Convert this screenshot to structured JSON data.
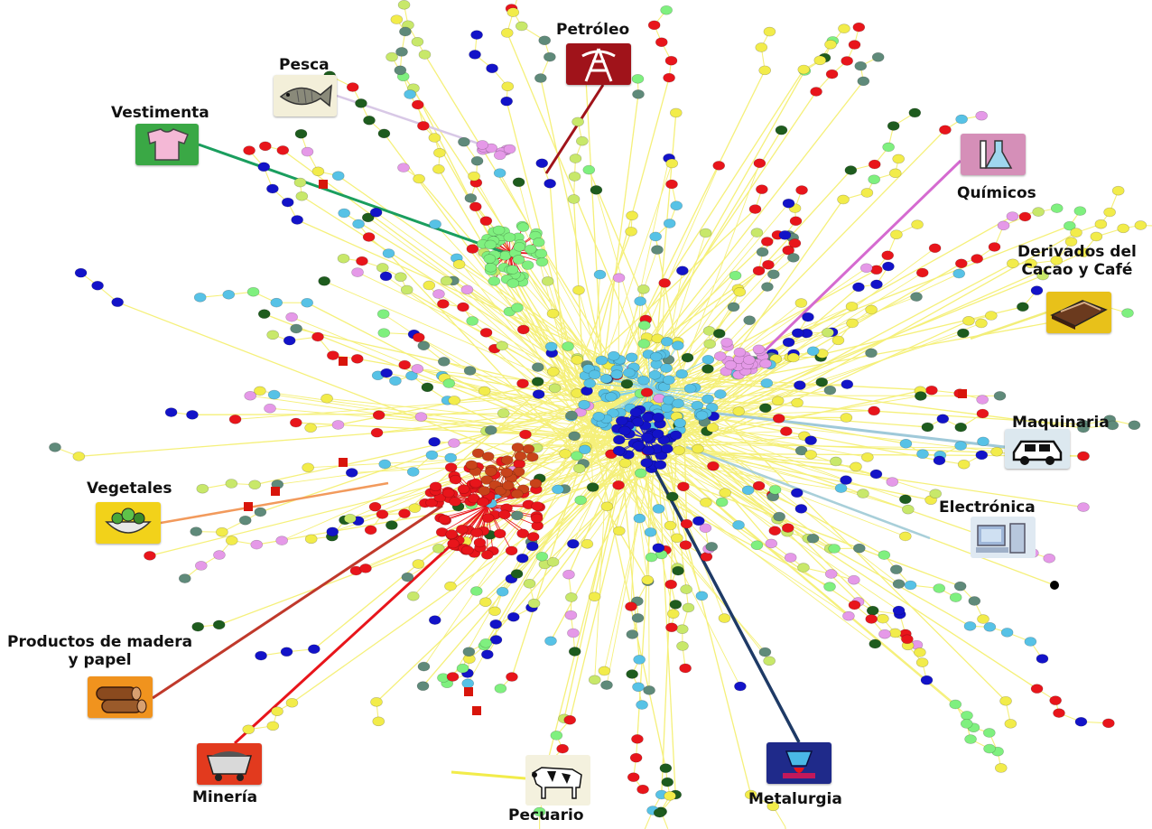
{
  "sectors": [
    {
      "id": "petroleo",
      "label": "Petróleo",
      "icon": "oil-rig-icon",
      "color": "#a0131a",
      "bg": "#a0131a"
    },
    {
      "id": "pesca",
      "label": "Pesca",
      "icon": "fish-icon",
      "color": "#d8c8e6",
      "bg": "#f3efd9"
    },
    {
      "id": "vestimenta",
      "label": "Vestimenta",
      "icon": "shirt-icon",
      "color": "#1a9e5e",
      "bg": "#3aa845"
    },
    {
      "id": "quimicos",
      "label": "Químicos",
      "icon": "flask-icon",
      "color": "#d56ad0",
      "bg": "#d58fb8"
    },
    {
      "id": "cacao",
      "label": "Derivados del Cacao y Café",
      "label_line1": "Derivados del",
      "label_line2": "Cacao y Café",
      "icon": "chocolate-bar-icon",
      "color": "#f2ee7a",
      "bg": "#e8c11a"
    },
    {
      "id": "maquinaria",
      "label": "Maquinaria",
      "icon": "car-icon",
      "color": "#9fc9d9",
      "bg": "#dce8ef"
    },
    {
      "id": "electronica",
      "label": "Electrónica",
      "icon": "computer-icon",
      "color": "#a8cfd9",
      "bg": "#dfe9f2"
    },
    {
      "id": "vegetales",
      "label": "Vegetales",
      "icon": "vegetable-bowl-icon",
      "color": "#f29a5c",
      "bg": "#f2d21a"
    },
    {
      "id": "madera",
      "label": "Productos de madera y papel",
      "label_line1": "Productos de madera",
      "label_line2": "y papel",
      "icon": "logs-icon",
      "color": "#c0392b",
      "bg": "#f0931e"
    },
    {
      "id": "mineria",
      "label": "Minería",
      "icon": "mine-cart-icon",
      "color": "#e8151b",
      "bg": "#e23a1e"
    },
    {
      "id": "pecuario",
      "label": "Pecuario",
      "icon": "cow-icon",
      "color": "#f2ec4a",
      "bg": "#f4f1de"
    },
    {
      "id": "metalurgia",
      "label": "Metalurgia",
      "icon": "furnace-icon",
      "color": "#1e3a66",
      "bg": "#1f2a8a"
    }
  ],
  "node_colors": [
    "#f2ec4a",
    "#f2ec4a",
    "#e8151b",
    "#e8151b",
    "#1e5c1e",
    "#e599e8",
    "#57c2e6",
    "#1313c8",
    "#5f8a7a",
    "#7ff07f",
    "#c8e86a"
  ],
  "edge_color": "#f5f07a",
  "hub_colors": {
    "vestimenta": "#7ff07f",
    "maquinaria": "#57c2e6",
    "metalurgia": "#1313c8",
    "madera_mineria": "#e8151b",
    "quimicos": "#e599e8",
    "pesca": "#e599e8"
  }
}
